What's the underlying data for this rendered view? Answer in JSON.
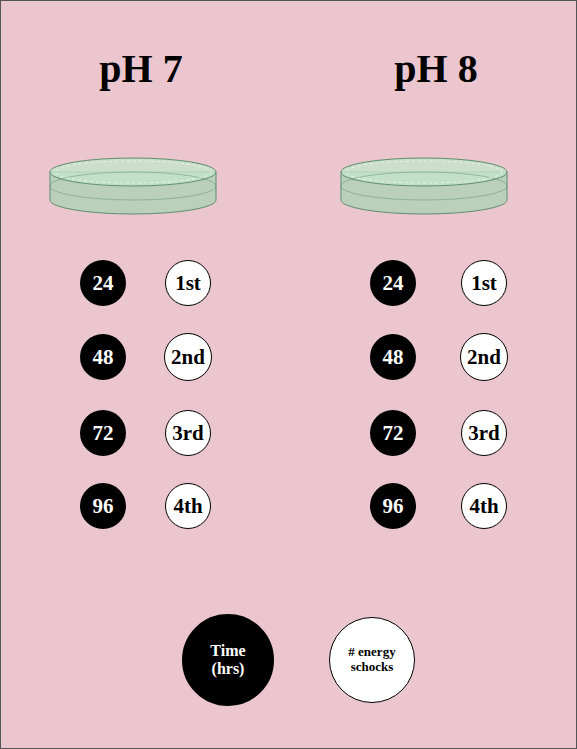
{
  "diagram": {
    "nodes": [
      {
        "text": [
          "24"
        ]
      },
      {
        "text": [
          "1st"
        ]
      },
      {
        "text": [
          "24"
        ]
      },
      {
        "text": [
          "1st"
        ]
      },
      {
        "text": [
          "48"
        ]
      },
      {
        "text": [
          "2nd"
        ]
      },
      {
        "text": [
          "48"
        ]
      },
      {
        "text": [
          "2nd"
        ]
      },
      {
        "text": [
          "72"
        ]
      },
      {
        "text": [
          "3rd"
        ]
      },
      {
        "text": [
          "72"
        ]
      },
      {
        "text": [
          "3rd"
        ]
      },
      {
        "text": [
          "96"
        ]
      },
      {
        "text": [
          "4th"
        ]
      },
      {
        "text": [
          "96"
        ]
      },
      {
        "text": [
          "4th"
        ]
      },
      {
        "text": [
          "Time (hrs)"
        ]
      },
      {
        "text": [
          "# energy schocks"
        ]
      }
    ],
    "labels": [
      "pH 7",
      "pH 8"
    ]
  }
}
